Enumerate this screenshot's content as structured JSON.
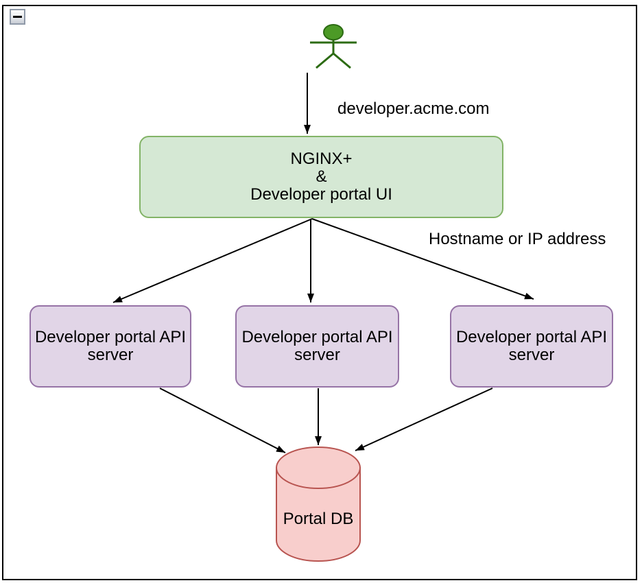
{
  "canvas": {
    "collapse_button": {
      "icon": "minus-icon",
      "state": "expanded"
    }
  },
  "colors": {
    "frame_border": "#000000",
    "arrow": "#000000",
    "gateway_fill": "#d5e8d4",
    "gateway_stroke": "#82b366",
    "api_fill": "#e1d5e7",
    "api_stroke": "#9673a6",
    "db_fill": "#f8cecc",
    "db_stroke": "#b85450",
    "actor_fill": "#4c9a26",
    "actor_stroke": "#2c6b13"
  },
  "diagram": {
    "edge_labels": {
      "user_to_gateway": "developer.acme.com",
      "gateway_to_api": "Hostname or IP address"
    },
    "gateway": {
      "lines": [
        "NGINX+",
        "&",
        "Developer portal UI"
      ]
    },
    "api_servers": [
      {
        "lines": [
          "Developer portal API",
          "server"
        ]
      },
      {
        "lines": [
          "Developer portal API",
          "server"
        ]
      },
      {
        "lines": [
          "Developer portal API",
          "server"
        ]
      }
    ],
    "database": {
      "label": "Portal DB"
    }
  }
}
